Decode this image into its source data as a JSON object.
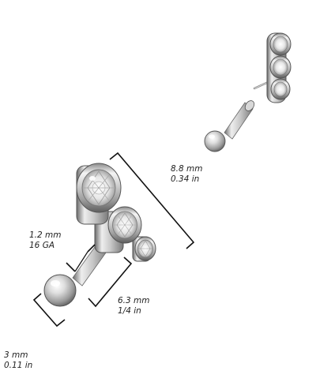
{
  "dimensions": {
    "total_length": {
      "mm": "8.8 mm",
      "in": "0.34 in"
    },
    "gauge": {
      "mm": "1.2 mm",
      "ga": "16 GA"
    },
    "bar_length": {
      "mm": "6.3 mm",
      "in": "1/4 in"
    },
    "ball_size": {
      "mm": "3 mm",
      "in": "0.11 in"
    }
  },
  "colors": {
    "metal_light": "#f2f2f2",
    "metal_mid": "#c4c4c4",
    "metal_dark": "#6e6e6e",
    "outline": "#555555",
    "dimension_line": "#111111",
    "text": "#222222"
  }
}
